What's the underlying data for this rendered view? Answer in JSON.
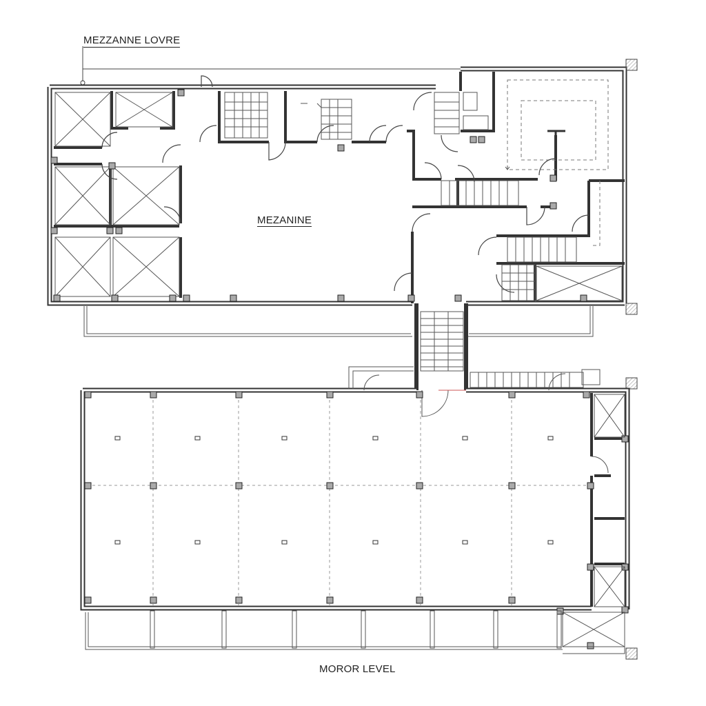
{
  "drawing": {
    "title": "MEZZANNE LOVRE",
    "room_label": "MEZANINE",
    "level_label": "MOROR LEVEL"
  }
}
